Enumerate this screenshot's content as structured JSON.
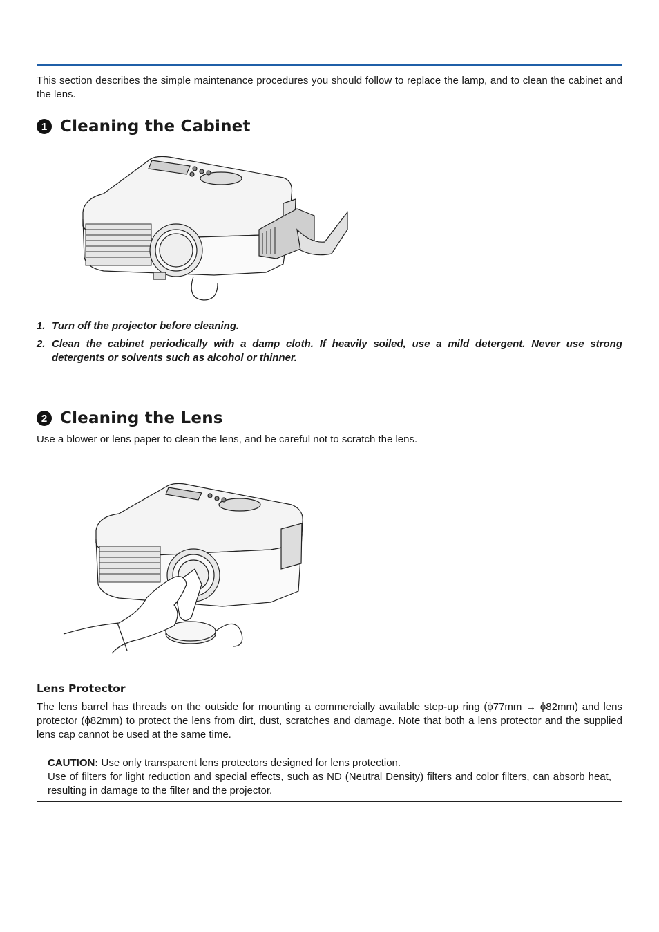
{
  "intro": "This section describes the simple maintenance procedures you should follow to replace the lamp, and to clean the cabinet and the lens.",
  "section1": {
    "number": "1",
    "title": "Cleaning the Cabinet",
    "steps": [
      {
        "num": "1.",
        "text": "Turn off the projector before cleaning."
      },
      {
        "num": "2.",
        "text": "Clean the cabinet periodically with a damp cloth. If heavily soiled, use a mild detergent. Never use strong detergents or solvents such as alcohol or thinner."
      }
    ]
  },
  "section2": {
    "number": "2",
    "title": "Cleaning the Lens",
    "body": "Use a blower or lens paper to clean the lens, and be careful not to scratch the lens."
  },
  "lens_protector": {
    "title": "Lens Protector",
    "body": "The lens barrel has threads on the outside for mounting a commercially available step-up ring (ϕ77mm → ϕ82mm) and lens protector (ϕ82mm) to protect the lens from dirt, dust, scratches and damage. Note that both a lens protector and the supplied lens cap cannot be used at the same time."
  },
  "caution": {
    "label": "CAUTION:",
    "line1": " Use only transparent lens protectors designed for lens protection.",
    "line2": "Use of filters for light reduction and special effects, such as ND (Neutral Density) filters and color filters, can absorb heat, resulting in damage to the filter and the projector."
  }
}
